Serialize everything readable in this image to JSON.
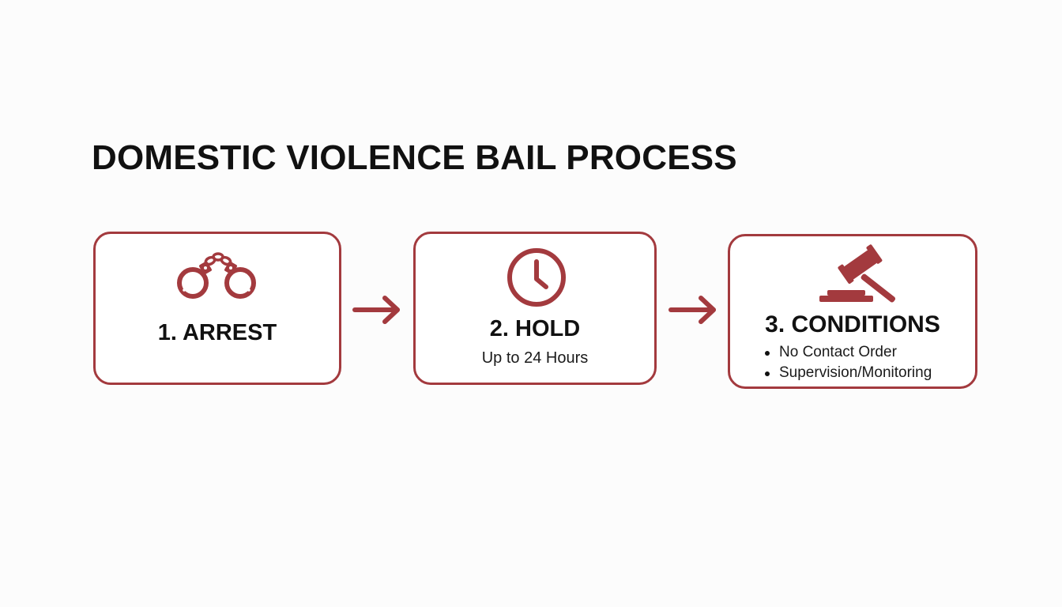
{
  "title": "DOMESTIC VIOLENCE BAIL PROCESS",
  "accent_color": "#a33a3e",
  "steps": [
    {
      "title": "1. ARREST",
      "icon": "handcuffs-icon"
    },
    {
      "title": "2. HOLD",
      "subtitle": "Up to 24 Hours",
      "icon": "clock-icon"
    },
    {
      "title": "3. CONDITIONS",
      "icon": "gavel-icon",
      "bullets": [
        "No Contact Order",
        "Supervision/Monitoring"
      ]
    }
  ]
}
